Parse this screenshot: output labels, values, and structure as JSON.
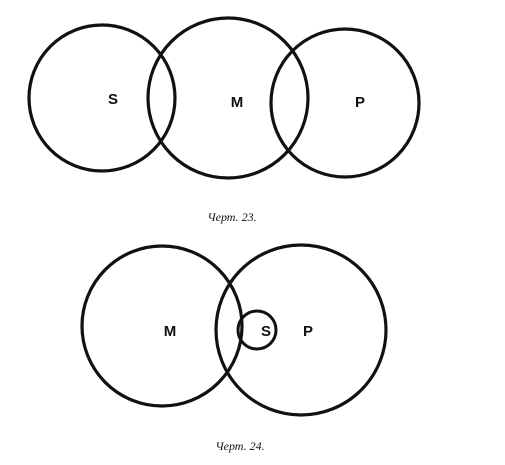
{
  "figure_23": {
    "labels": {
      "s": "S",
      "m": "M",
      "p": "P"
    },
    "caption": "Черт. 23."
  },
  "figure_24": {
    "labels": {
      "m": "M",
      "s": "S",
      "p": "P"
    },
    "caption": "Черт. 24."
  },
  "colors": {
    "stroke": "#111111",
    "background": "#ffffff"
  }
}
